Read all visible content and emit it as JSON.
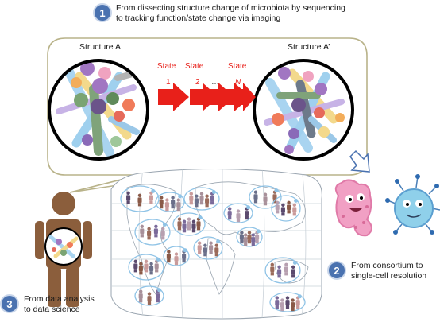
{
  "step1": {
    "number": "1",
    "line1": "From dissecting structure change of microbiota by sequencing",
    "line2": "to tracking function/state change via imaging"
  },
  "step2": {
    "number": "2",
    "line1": "From consortium to",
    "line2": "single-cell resolution"
  },
  "step3": {
    "number": "3",
    "line1": "From data analysis",
    "line2": "to data science"
  },
  "structure_a": "Structure A",
  "structure_a_prime": "Structure A’",
  "states": {
    "word": "State",
    "s1": "1",
    "s2": "2",
    "dots": "…",
    "sn": "N"
  },
  "colors": {
    "badge": "#4a72b0",
    "arrow": "#e8201a",
    "state_text": "#e8201a",
    "bubble_border": "#b9b38a",
    "human": "#8b5e3c",
    "globe_line": "#b8c2cc"
  }
}
